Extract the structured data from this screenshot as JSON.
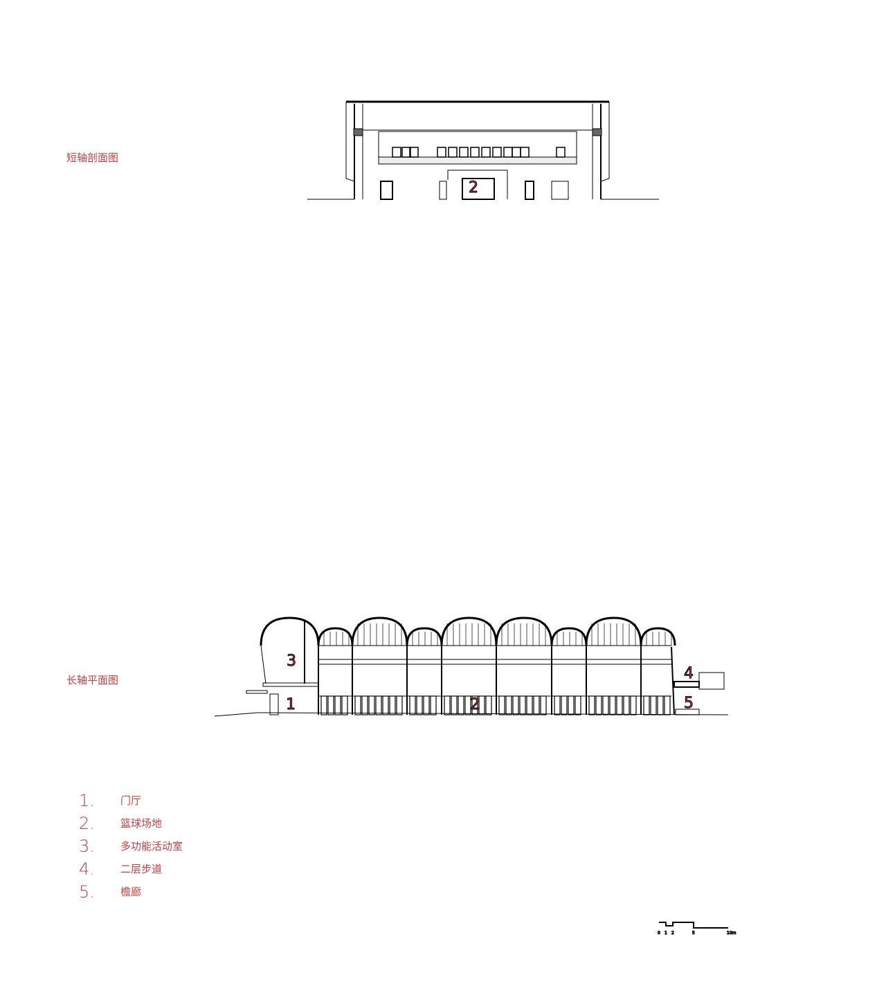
{
  "drawings": {
    "short_section_title": "短轴剖面图",
    "long_section_title": "长轴平面图"
  },
  "room_tags": {
    "short_section": [
      "2"
    ],
    "long_section": [
      "1",
      "2",
      "3",
      "4",
      "5"
    ]
  },
  "legend": [
    {
      "num": "1.",
      "label": "门厅"
    },
    {
      "num": "2.",
      "label": "篮球场地"
    },
    {
      "num": "3.",
      "label": "多功能活动室"
    },
    {
      "num": "4.",
      "label": "二层步道"
    },
    {
      "num": "5.",
      "label": "檐廊"
    }
  ],
  "scale_bar": {
    "ticks": [
      "0",
      "1",
      "2",
      "5",
      "10m"
    ]
  },
  "colors": {
    "annotation": "#d23c3c",
    "line": "#000000"
  }
}
